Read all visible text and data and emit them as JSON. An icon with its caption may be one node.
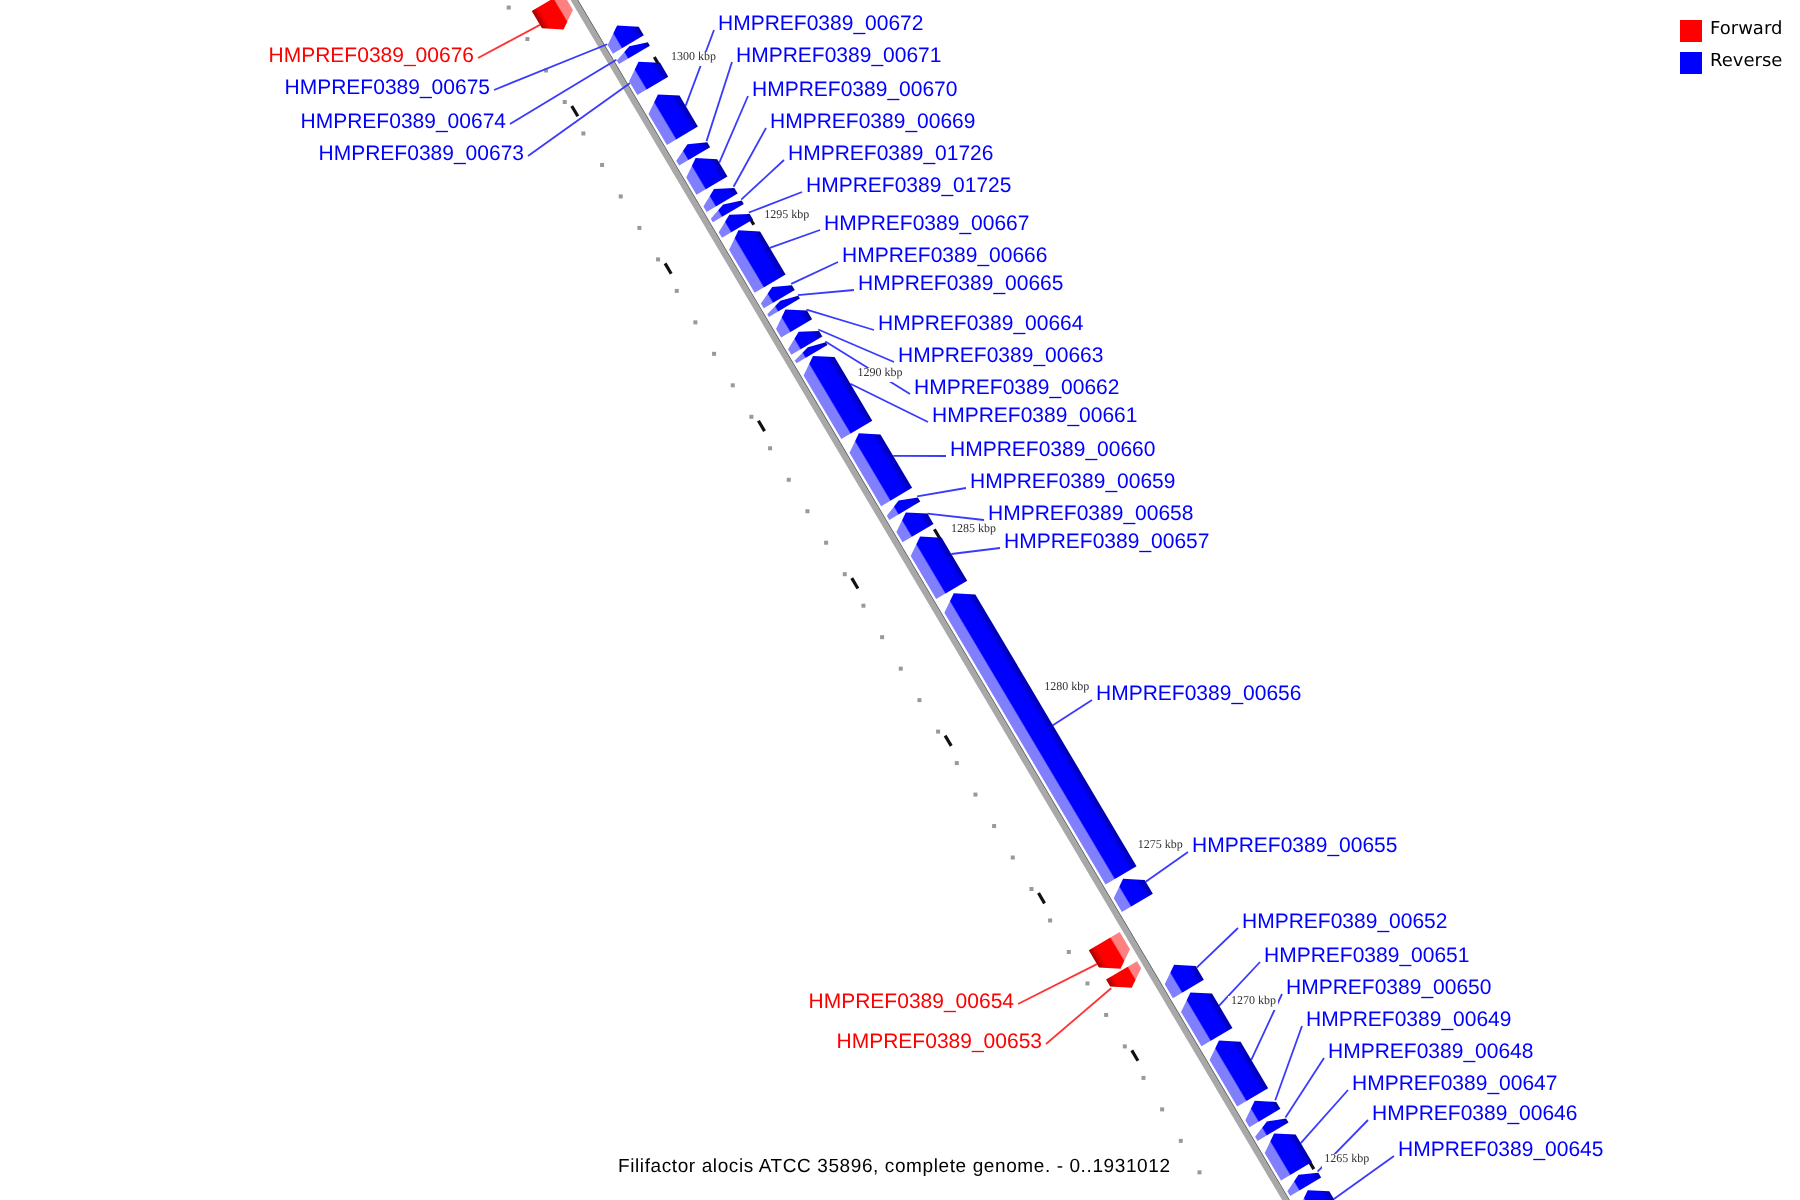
{
  "diagram": {
    "caption": "Filifactor alocis ATCC 35896, complete genome. - 0..1931012",
    "nodes": [
      {
        "text": [
          "HMPREF0389_00672"
        ]
      },
      {
        "text": [
          "HMPREF0389_00676"
        ]
      },
      {
        "text": [
          "HMPREF0389_00671"
        ]
      },
      {
        "text": [
          "HMPREF0389_00675"
        ]
      },
      {
        "text": [
          "HMPREF0389_00670"
        ]
      },
      {
        "text": [
          "HMPREF0389_00674"
        ]
      },
      {
        "text": [
          "HMPREF0389_00669"
        ]
      },
      {
        "text": [
          "HMPREF0389_00673"
        ]
      },
      {
        "text": [
          "HMPREF0389_01726"
        ]
      },
      {
        "text": [
          "HMPREF0389_01725"
        ]
      },
      {
        "text": [
          "HMPREF0389_00667"
        ]
      },
      {
        "text": [
          "HMPREF0389_00666"
        ]
      },
      {
        "text": [
          "HMPREF0389_00665"
        ]
      },
      {
        "text": [
          "HMPREF0389_00664"
        ]
      },
      {
        "text": [
          "HMPREF0389_00663"
        ]
      },
      {
        "text": [
          "HMPREF0389_00662"
        ]
      },
      {
        "text": [
          "HMPREF0389_00661"
        ]
      },
      {
        "text": [
          "HMPREF0389_00660"
        ]
      },
      {
        "text": [
          "HMPREF0389_00659"
        ]
      },
      {
        "text": [
          "HMPREF0389_00658"
        ]
      },
      {
        "text": [
          "HMPREF0389_00657"
        ]
      },
      {
        "text": [
          "HMPREF0389_00656"
        ]
      },
      {
        "text": [
          "HMPREF0389_00655"
        ]
      },
      {
        "text": [
          "HMPREF0389_00652"
        ]
      },
      {
        "text": [
          "HMPREF0389_00651"
        ]
      },
      {
        "text": [
          "HMPREF0389_00650"
        ]
      },
      {
        "text": [
          "HMPREF0389_00654"
        ]
      },
      {
        "text": [
          "HMPREF0389_00649"
        ]
      },
      {
        "text": [
          "HMPREF0389_00653"
        ]
      },
      {
        "text": [
          "HMPREF0389_00648"
        ]
      },
      {
        "text": [
          "HMPREF0389_00647"
        ]
      },
      {
        "text": [
          "HMPREF0389_00646"
        ]
      },
      {
        "text": [
          "HMPREF0389_00645"
        ]
      },
      {
        "text": [],
        "shape": "bar"
      },
      {
        "text": [],
        "shape": "bar"
      },
      {
        "text": [],
        "shape": "bar"
      },
      {
        "text": [],
        "shape": "bar"
      },
      {
        "text": [],
        "shape": "bar"
      },
      {
        "text": [],
        "shape": "bar"
      },
      {
        "text": [],
        "shape": "bar"
      },
      {
        "text": [],
        "shape": "bar"
      },
      {
        "text": [],
        "shape": "bar"
      },
      {
        "text": [],
        "shape": "bar"
      },
      {
        "text": [],
        "shape": "bar"
      },
      {
        "text": [],
        "shape": "bar"
      },
      {
        "text": [],
        "shape": "bar"
      },
      {
        "text": [],
        "shape": "bar"
      },
      {
        "text": [],
        "shape": "bar"
      },
      {
        "text": [],
        "shape": "bar"
      },
      {
        "text": [],
        "shape": "bar"
      },
      {
        "text": [],
        "shape": "bar"
      },
      {
        "text": [],
        "shape": "bar"
      },
      {
        "text": [],
        "shape": "bar"
      },
      {
        "text": [],
        "shape": "bar"
      },
      {
        "text": [],
        "shape": "bar"
      },
      {
        "text": [],
        "shape": "bar"
      },
      {
        "text": [],
        "shape": "bar"
      },
      {
        "text": [],
        "shape": "bar"
      },
      {
        "text": [],
        "shape": "bar"
      },
      {
        "text": [],
        "shape": "bar"
      },
      {
        "text": [],
        "shape": "bar"
      },
      {
        "text": [],
        "shape": "bar"
      },
      {
        "text": [],
        "shape": "bar"
      },
      {
        "text": [],
        "shape": "bar"
      },
      {
        "text": [],
        "shape": "bar"
      },
      {
        "text": [],
        "shape": "bar"
      }
    ],
    "edges": [
      {
        "from": 0,
        "to": 37,
        "arrow": "none"
      },
      {
        "from": 1,
        "to": 33,
        "arrow": "none",
        "color": "#ff3333"
      },
      {
        "from": 2,
        "to": 38,
        "arrow": "none"
      },
      {
        "from": 3,
        "to": 34,
        "arrow": "none"
      },
      {
        "from": 4,
        "to": 39,
        "arrow": "none"
      },
      {
        "from": 5,
        "to": 35,
        "arrow": "none"
      },
      {
        "from": 6,
        "to": 40,
        "arrow": "none"
      },
      {
        "from": 7,
        "to": 36,
        "arrow": "none"
      },
      {
        "from": 8,
        "to": 41,
        "arrow": "none"
      },
      {
        "from": 9,
        "to": 42,
        "arrow": "none"
      },
      {
        "from": 10,
        "to": 43,
        "arrow": "none"
      },
      {
        "from": 11,
        "to": 44,
        "arrow": "none"
      },
      {
        "from": 12,
        "to": 45,
        "arrow": "none"
      },
      {
        "from": 13,
        "to": 46,
        "arrow": "none"
      },
      {
        "from": 14,
        "to": 47,
        "arrow": "none"
      },
      {
        "from": 15,
        "to": 48,
        "arrow": "none"
      },
      {
        "from": 16,
        "to": 49,
        "arrow": "none"
      },
      {
        "from": 17,
        "to": 50,
        "arrow": "none"
      },
      {
        "from": 18,
        "to": 51,
        "arrow": "none"
      },
      {
        "from": 19,
        "to": 52,
        "arrow": "none"
      },
      {
        "from": 20,
        "to": 53,
        "arrow": "none"
      },
      {
        "from": 21,
        "to": 54,
        "arrow": "none"
      },
      {
        "from": 22,
        "to": 55,
        "arrow": "none"
      },
      {
        "from": 23,
        "to": 58,
        "arrow": "none"
      },
      {
        "from": 24,
        "to": 59,
        "arrow": "none"
      },
      {
        "from": 25,
        "to": 60,
        "arrow": "none"
      },
      {
        "from": 26,
        "to": 56,
        "arrow": "none",
        "color": "#ff3333"
      },
      {
        "from": 27,
        "to": 61,
        "arrow": "none"
      },
      {
        "from": 28,
        "to": 57,
        "arrow": "none",
        "color": "#ff3333"
      },
      {
        "from": 29,
        "to": 62,
        "arrow": "none"
      },
      {
        "from": 30,
        "to": 63,
        "arrow": "none"
      },
      {
        "from": 31,
        "to": 64,
        "arrow": "none"
      },
      {
        "from": 32,
        "to": 65,
        "arrow": "none"
      }
    ],
    "labels": [
      "1300 kbp",
      "1295 kbp",
      "1290 kbp",
      "1285 kbp",
      "1280 kbp",
      "1275 kbp",
      "1270 kbp",
      "1265 kbp"
    ],
    "legend": [
      {
        "text": "Forward",
        "color": "#ff0000"
      },
      {
        "text": "Reverse",
        "color": "#0000ff"
      }
    ]
  }
}
